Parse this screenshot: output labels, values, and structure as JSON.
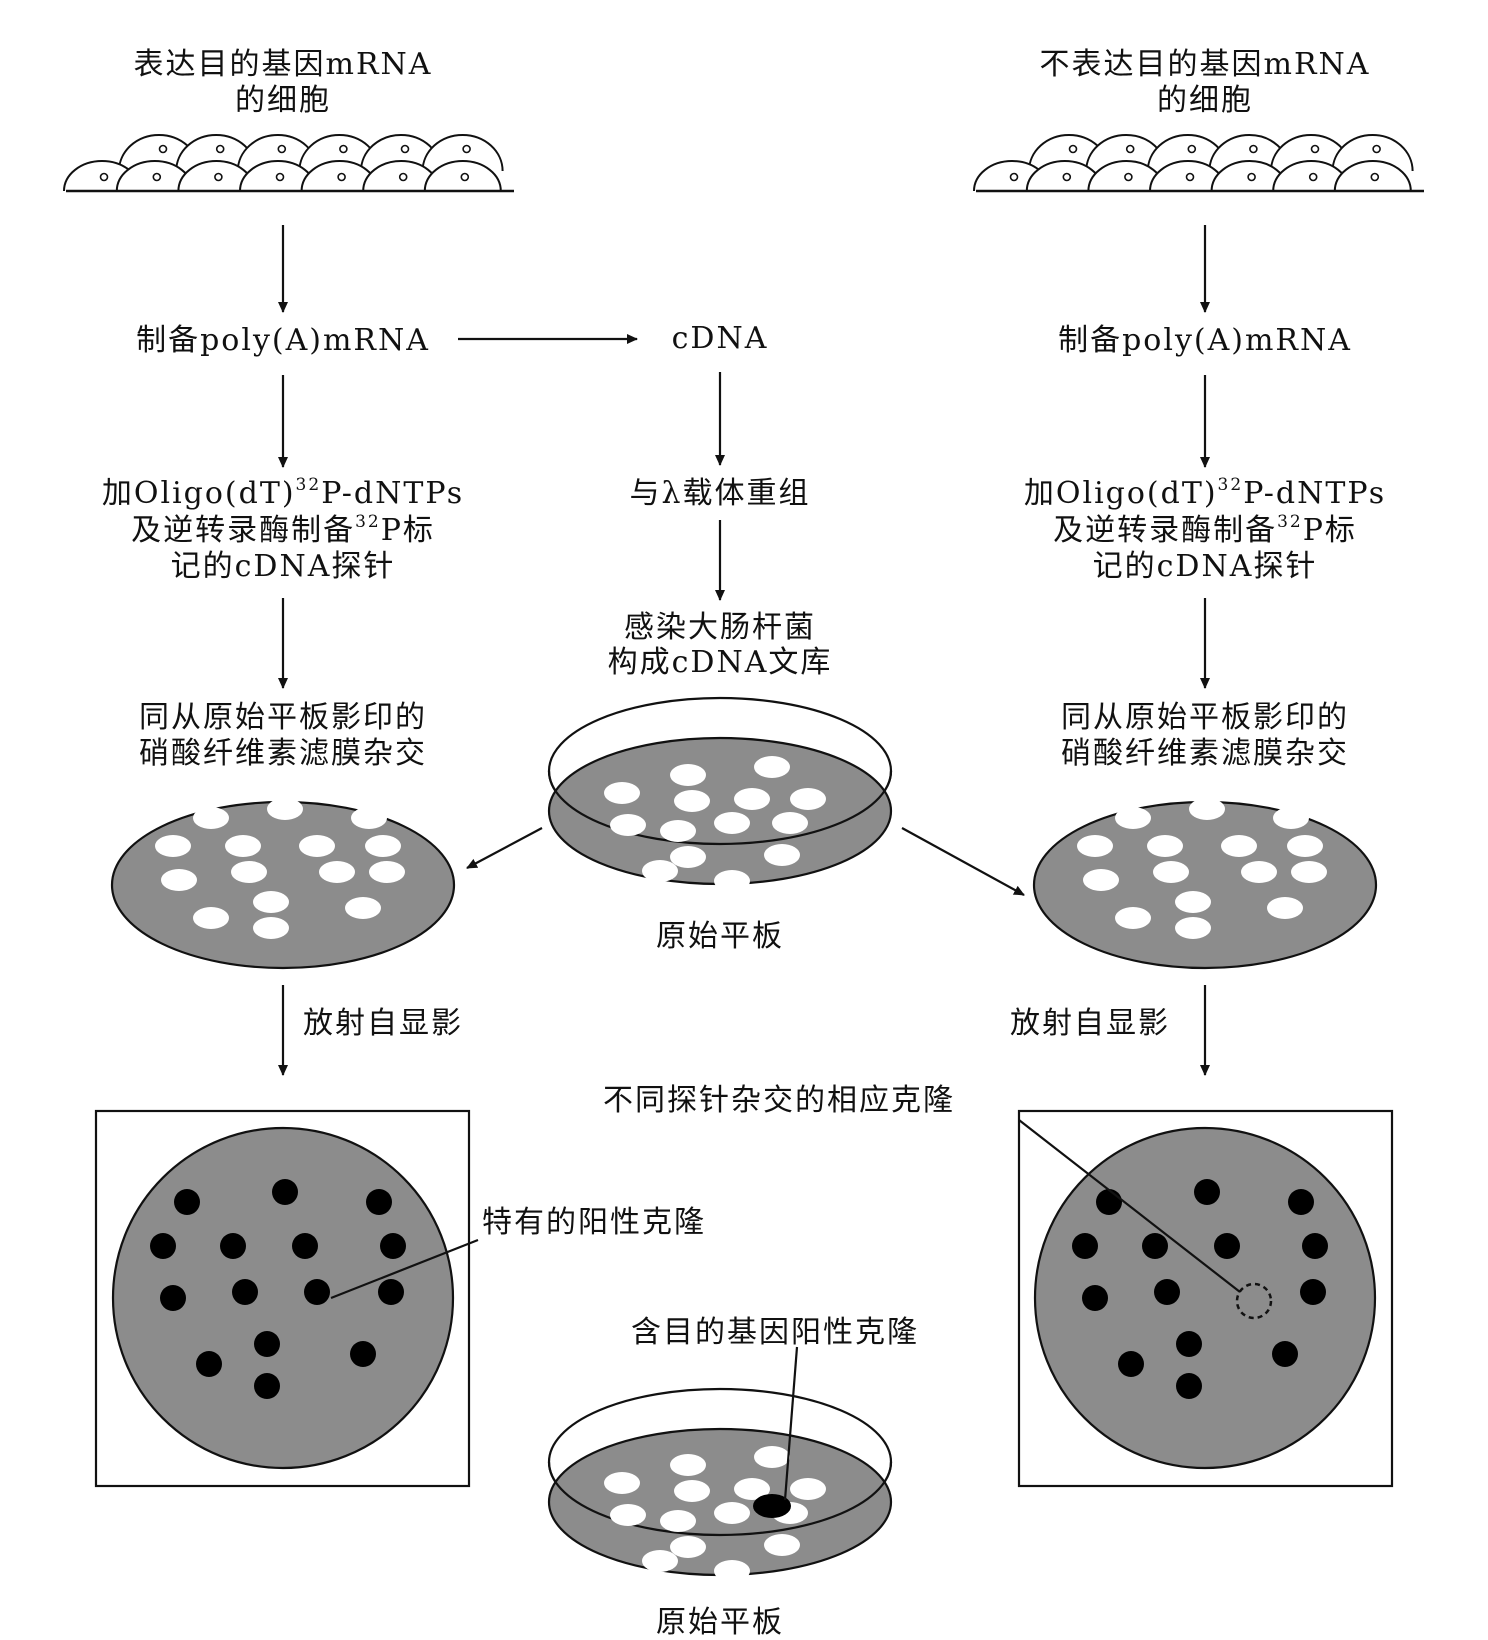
{
  "left": {
    "cells_line1": "表达目的基因mRNA",
    "cells_line2": "的细胞",
    "prep": "制备poly(A)mRNA",
    "probe_l1_pre": "加Oligo(dT)",
    "probe_l1_sup": "32",
    "probe_l1_post": "P-dNTPs",
    "probe_l2_pre": "及逆转录酶制备",
    "probe_l2_sup": "32",
    "probe_l2_post": "P标",
    "probe_l3": "记的cDNA探针",
    "hyb_l1": "同从原始平板影印的",
    "hyb_l2": "硝酸纤维素滤膜杂交",
    "autorad": "放射自显影",
    "specific": "特有的阳性克隆"
  },
  "right": {
    "cells_line1": "不表达目的基因mRNA",
    "cells_line2": "的细胞",
    "prep": "制备poly(A)mRNA",
    "probe_l1_pre": "加Oligo(dT)",
    "probe_l1_sup": "32",
    "probe_l1_post": "P-dNTPs",
    "probe_l2_pre": "及逆转录酶制备",
    "probe_l2_sup": "32",
    "probe_l2_post": "P标",
    "probe_l3": "记的cDNA探针",
    "hyb_l1": "同从原始平板影印的",
    "hyb_l2": "硝酸纤维素滤膜杂交",
    "autorad": "放射自显影",
    "diff": "不同探针杂交的相应克隆"
  },
  "center": {
    "cdna": "cDNA",
    "recomb": "与λ载体重组",
    "infect_l1": "感染大肠杆菌",
    "infect_l2": "构成cDNA文库",
    "plate_top": "原始平板",
    "target": "含目的基因阳性克隆",
    "plate_bottom": "原始平板"
  },
  "colors": {
    "plate": "#8c8c8c",
    "line": "#111111",
    "colony": "#ffffff",
    "spot": "#000000"
  }
}
